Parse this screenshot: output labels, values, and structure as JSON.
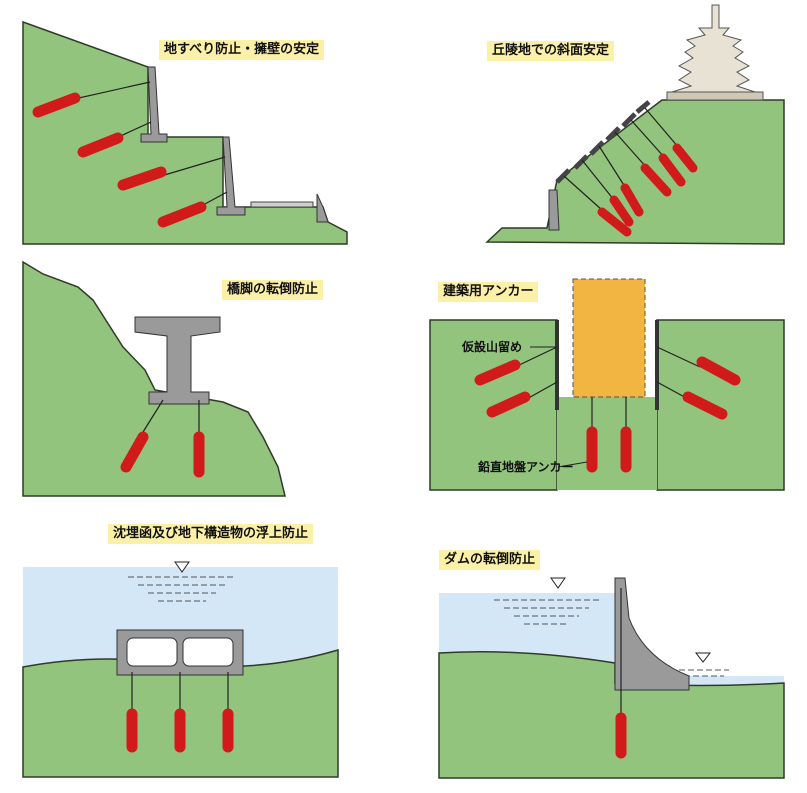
{
  "colors": {
    "ground": "#93c47d",
    "ground_edge": "#2f3b28",
    "anchor": "#d11a1a",
    "concrete": "#9a9a9a",
    "water": "#d3e7f7",
    "building": "#f2b541",
    "caption_bg": "#fbf0a8"
  },
  "panels": [
    {
      "caption": "地すべり防止・擁壁の安定"
    },
    {
      "caption": "丘陵地での斜面安定"
    },
    {
      "caption": "橋脚の転倒防止"
    },
    {
      "caption": "建築用アンカー",
      "labels": [
        "仮設山留め",
        "鉛直地盤アンカー"
      ]
    },
    {
      "caption": "沈埋函及び地下構造物の浮上防止"
    },
    {
      "caption": "ダムの転倒防止"
    }
  ]
}
